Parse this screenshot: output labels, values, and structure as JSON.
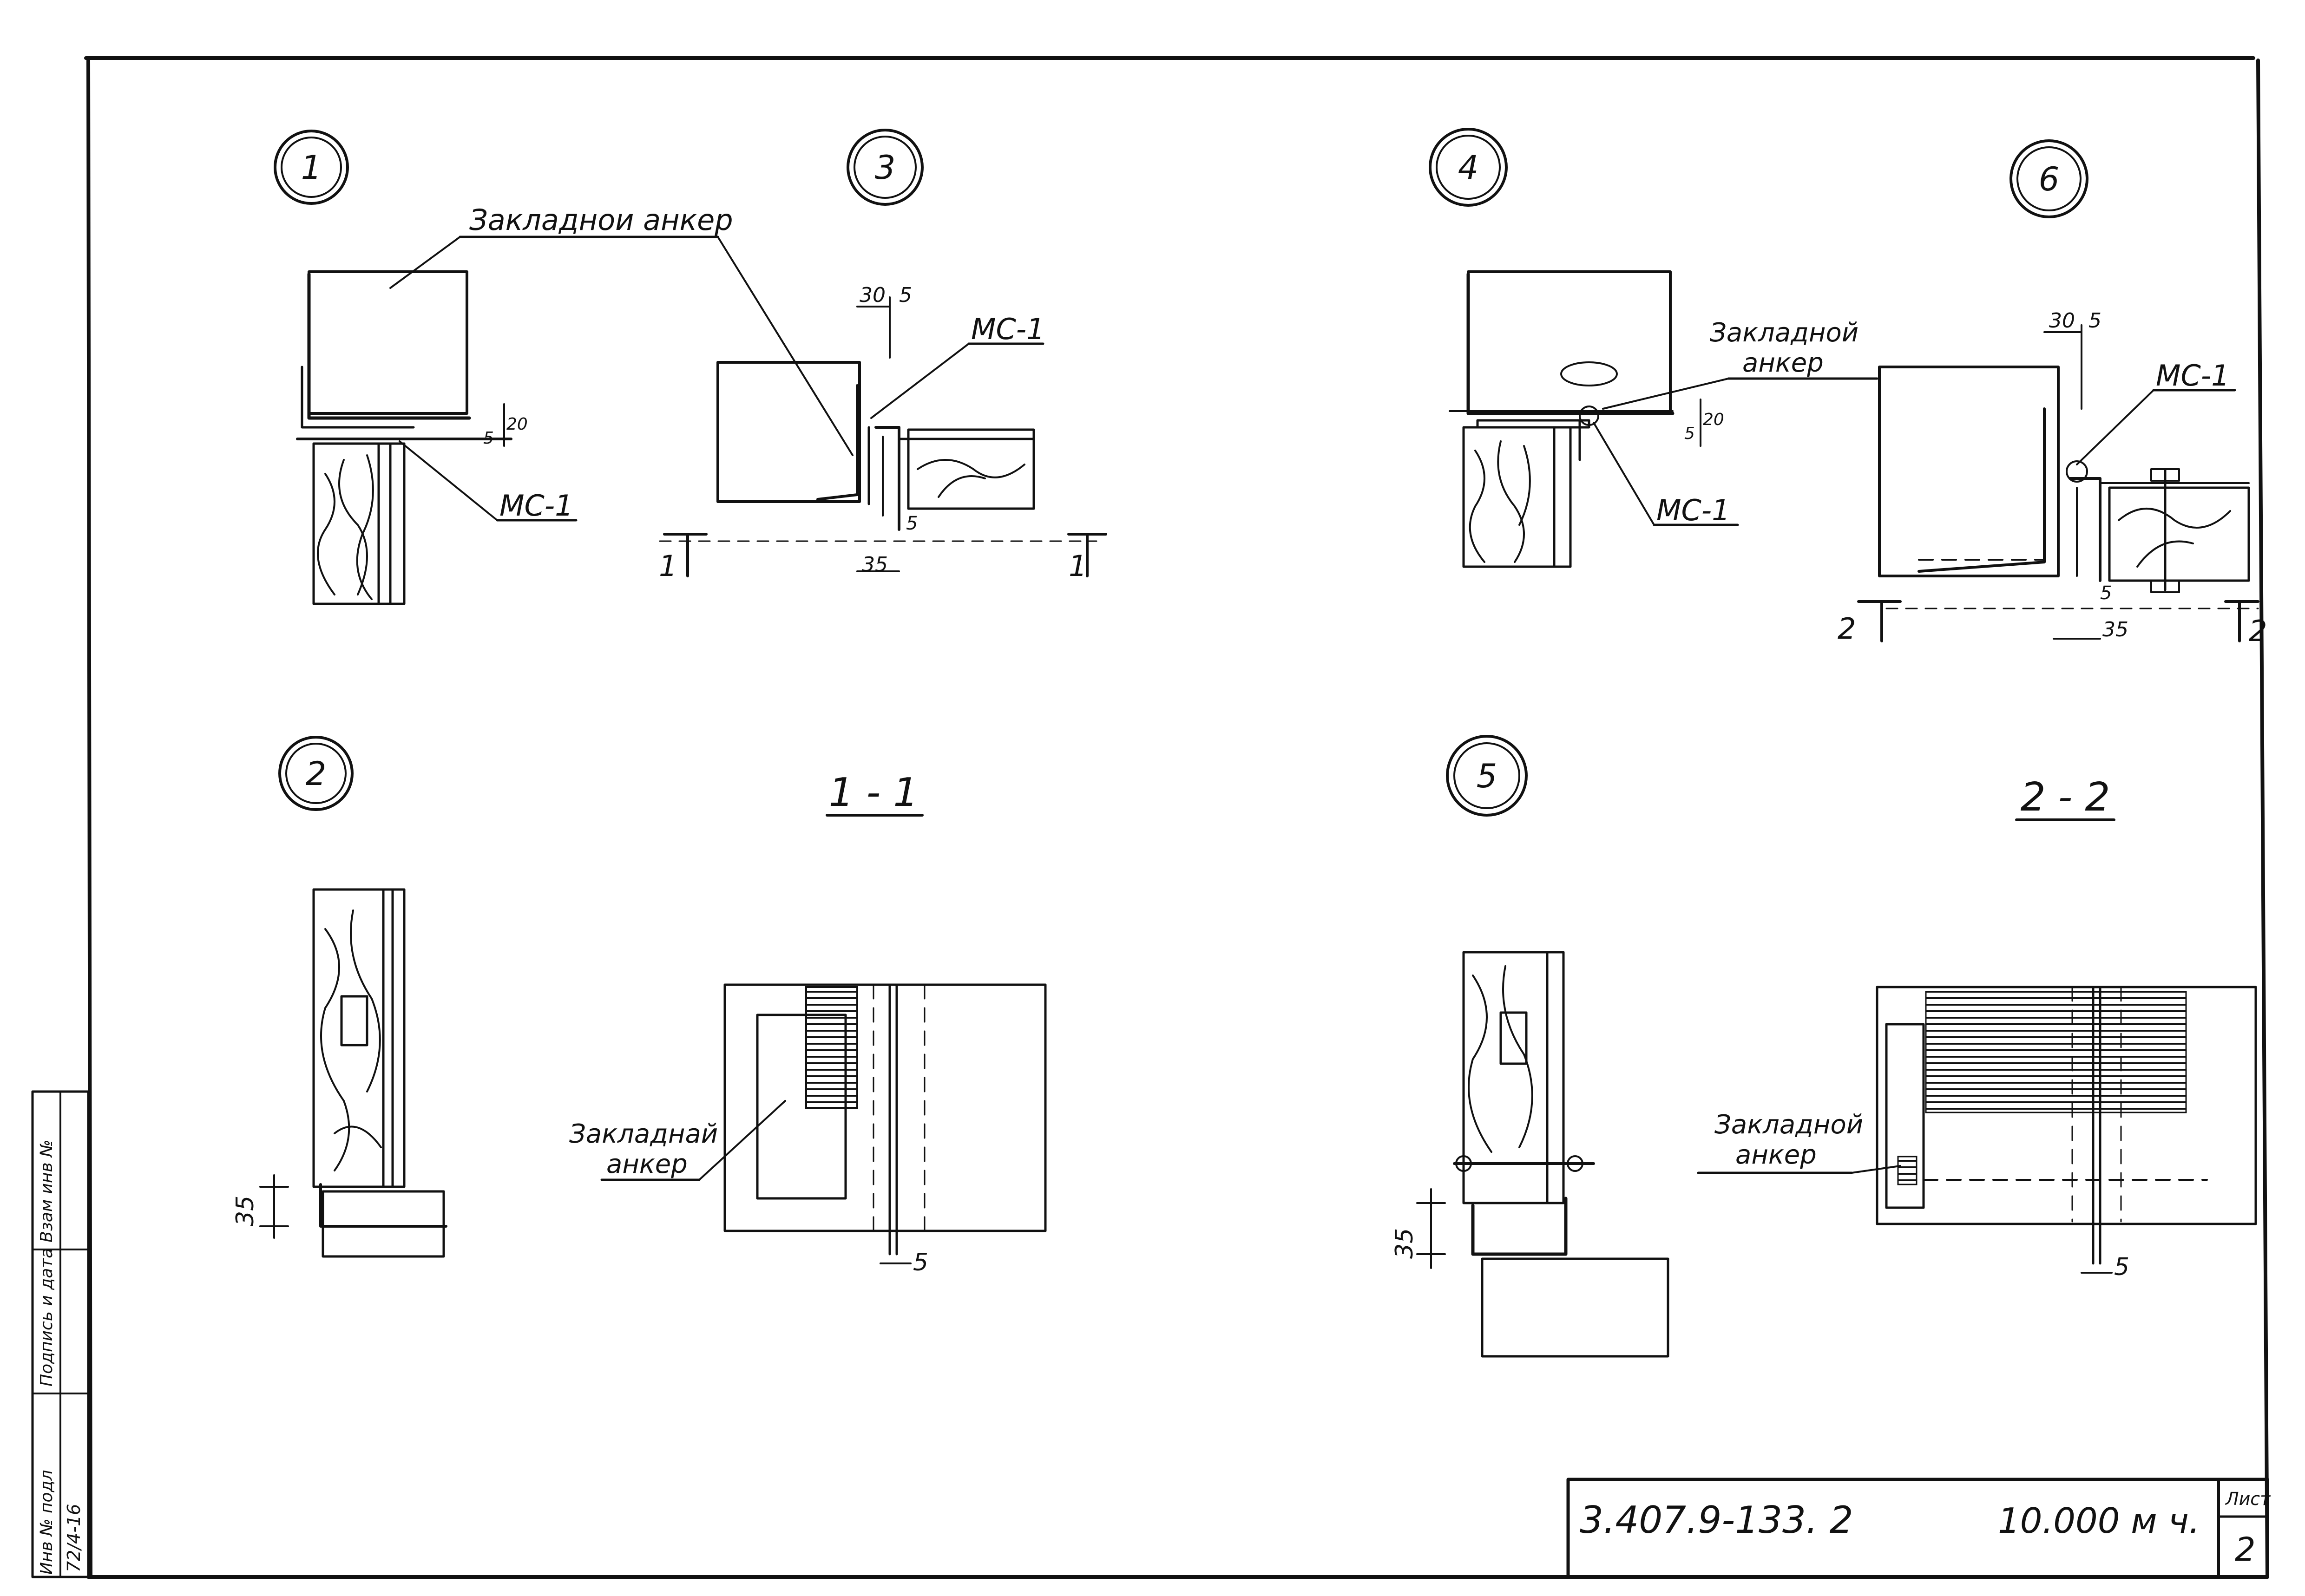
{
  "details": {
    "d1": "1",
    "d2": "2",
    "d3": "3",
    "d4": "4",
    "d5": "5",
    "d6": "6"
  },
  "sections": {
    "s11": "1 - 1",
    "s22": "2 - 2",
    "cut1": "1",
    "cut2": "2"
  },
  "labels": {
    "anchor_top_left": "Закладнои анкер",
    "anchor_top_right_1": "Закладной",
    "anchor_top_right_2": "анкер",
    "anchor_mid_left_1": "Закладнай",
    "anchor_mid_left_2": "анкер",
    "anchor_mid_right_1": "Закладной",
    "anchor_mid_right_2": "анкер",
    "mc1": "МС-1"
  },
  "dims": {
    "d30": "30",
    "d5": "5",
    "d20": "20",
    "d35": "35"
  },
  "title_block": {
    "code": "3.407.9-133. 2",
    "edition": "10.000 м ч.",
    "sheet_label": "Лист",
    "sheet_no": "2"
  },
  "side_stamp": {
    "c1": "Инв № подл",
    "c2": "Подпись и дата",
    "c3": "Взам инв №",
    "value": "72/4-16"
  }
}
